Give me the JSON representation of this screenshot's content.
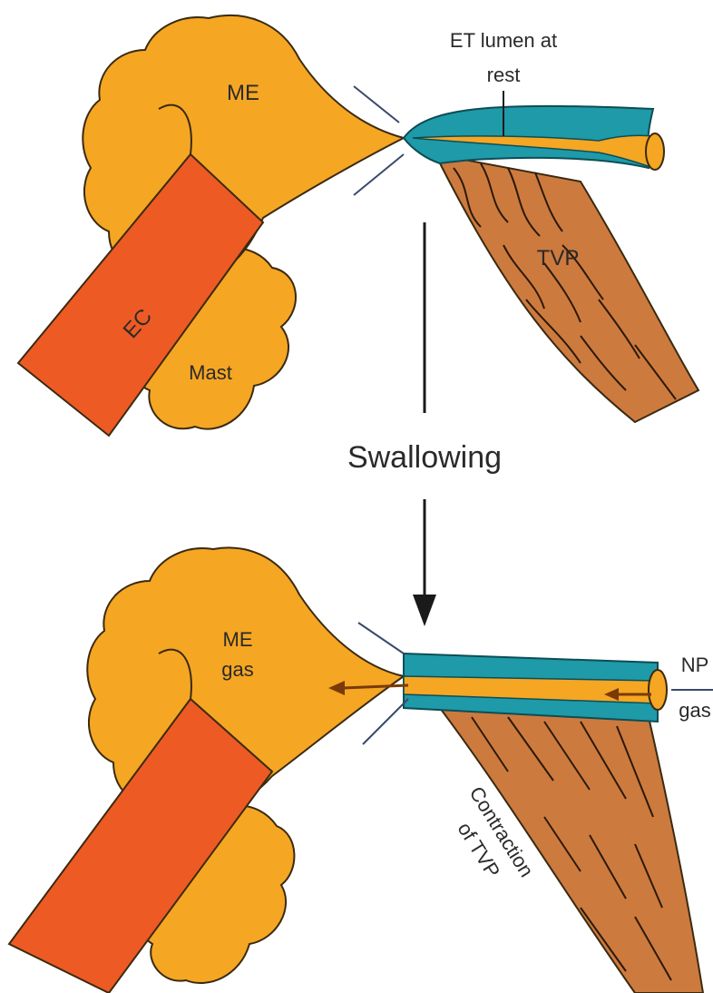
{
  "labels": {
    "et_lumen_line1": "ET lumen at",
    "et_lumen_line2": "rest",
    "me_top": "ME",
    "tvp_top": "TVP",
    "ec_top": "EC",
    "mast_top": "Mast",
    "transition": "Swallowing",
    "me_bottom_line1": "ME",
    "me_bottom_line2": "gas",
    "np_line1": "NP",
    "np_line2": "gas",
    "contraction_line1": "Contraction",
    "contraction_line2": "of TVP"
  },
  "colors": {
    "middle_ear": "#f5a623",
    "ear_canal": "#ee5a24",
    "tube_wall": "#1e9aa8",
    "muscle": "#cd7a3f",
    "outline": "#3a2a10",
    "arrow": "#1a1a1a"
  }
}
